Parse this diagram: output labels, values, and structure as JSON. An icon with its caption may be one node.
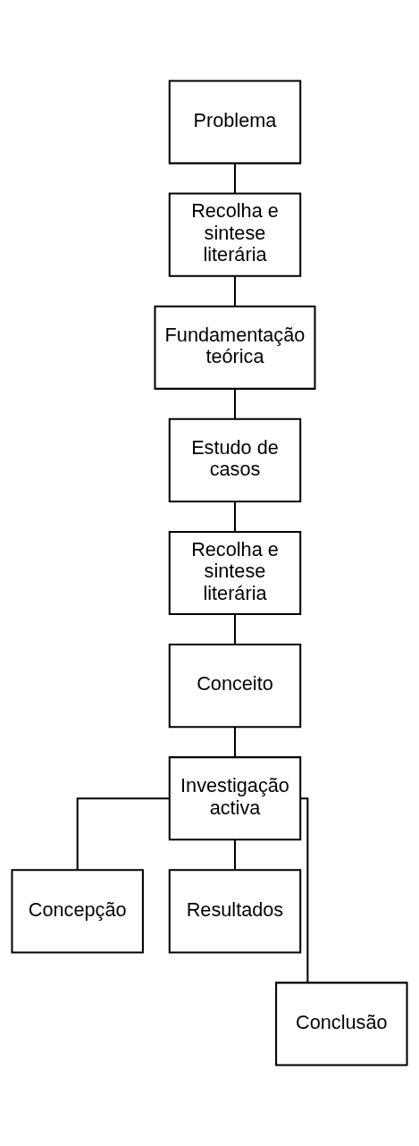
{
  "diagram": {
    "nodes": [
      {
        "text": [
          "Problema"
        ]
      },
      {
        "text": [
          "Recolha e sintese literária"
        ]
      },
      {
        "text": [
          "Fundamentação teórica"
        ]
      },
      {
        "text": [
          "Estudo de casos"
        ]
      },
      {
        "text": [
          "Recolha e sintese literária"
        ]
      },
      {
        "text": [
          "Conceito"
        ]
      },
      {
        "text": [
          "Investigação activa"
        ]
      },
      {
        "text": [
          "Concepção"
        ]
      },
      {
        "text": [
          "Resultados"
        ]
      },
      {
        "text": [
          "Conclusão"
        ]
      }
    ],
    "edges": [
      {
        "from": 0,
        "to": 1,
        "arrow": "none"
      },
      {
        "from": 1,
        "to": 2,
        "arrow": "none"
      },
      {
        "from": 2,
        "to": 3,
        "arrow": "none"
      },
      {
        "from": 3,
        "to": 4,
        "arrow": "none"
      },
      {
        "from": 4,
        "to": 5,
        "arrow": "none"
      },
      {
        "from": 5,
        "to": 6,
        "arrow": "none"
      },
      {
        "from": 6,
        "to": 7,
        "arrow": "none"
      },
      {
        "from": 6,
        "to": 8,
        "arrow": "none"
      },
      {
        "from": 6,
        "to": 9,
        "arrow": "none"
      }
    ]
  }
}
